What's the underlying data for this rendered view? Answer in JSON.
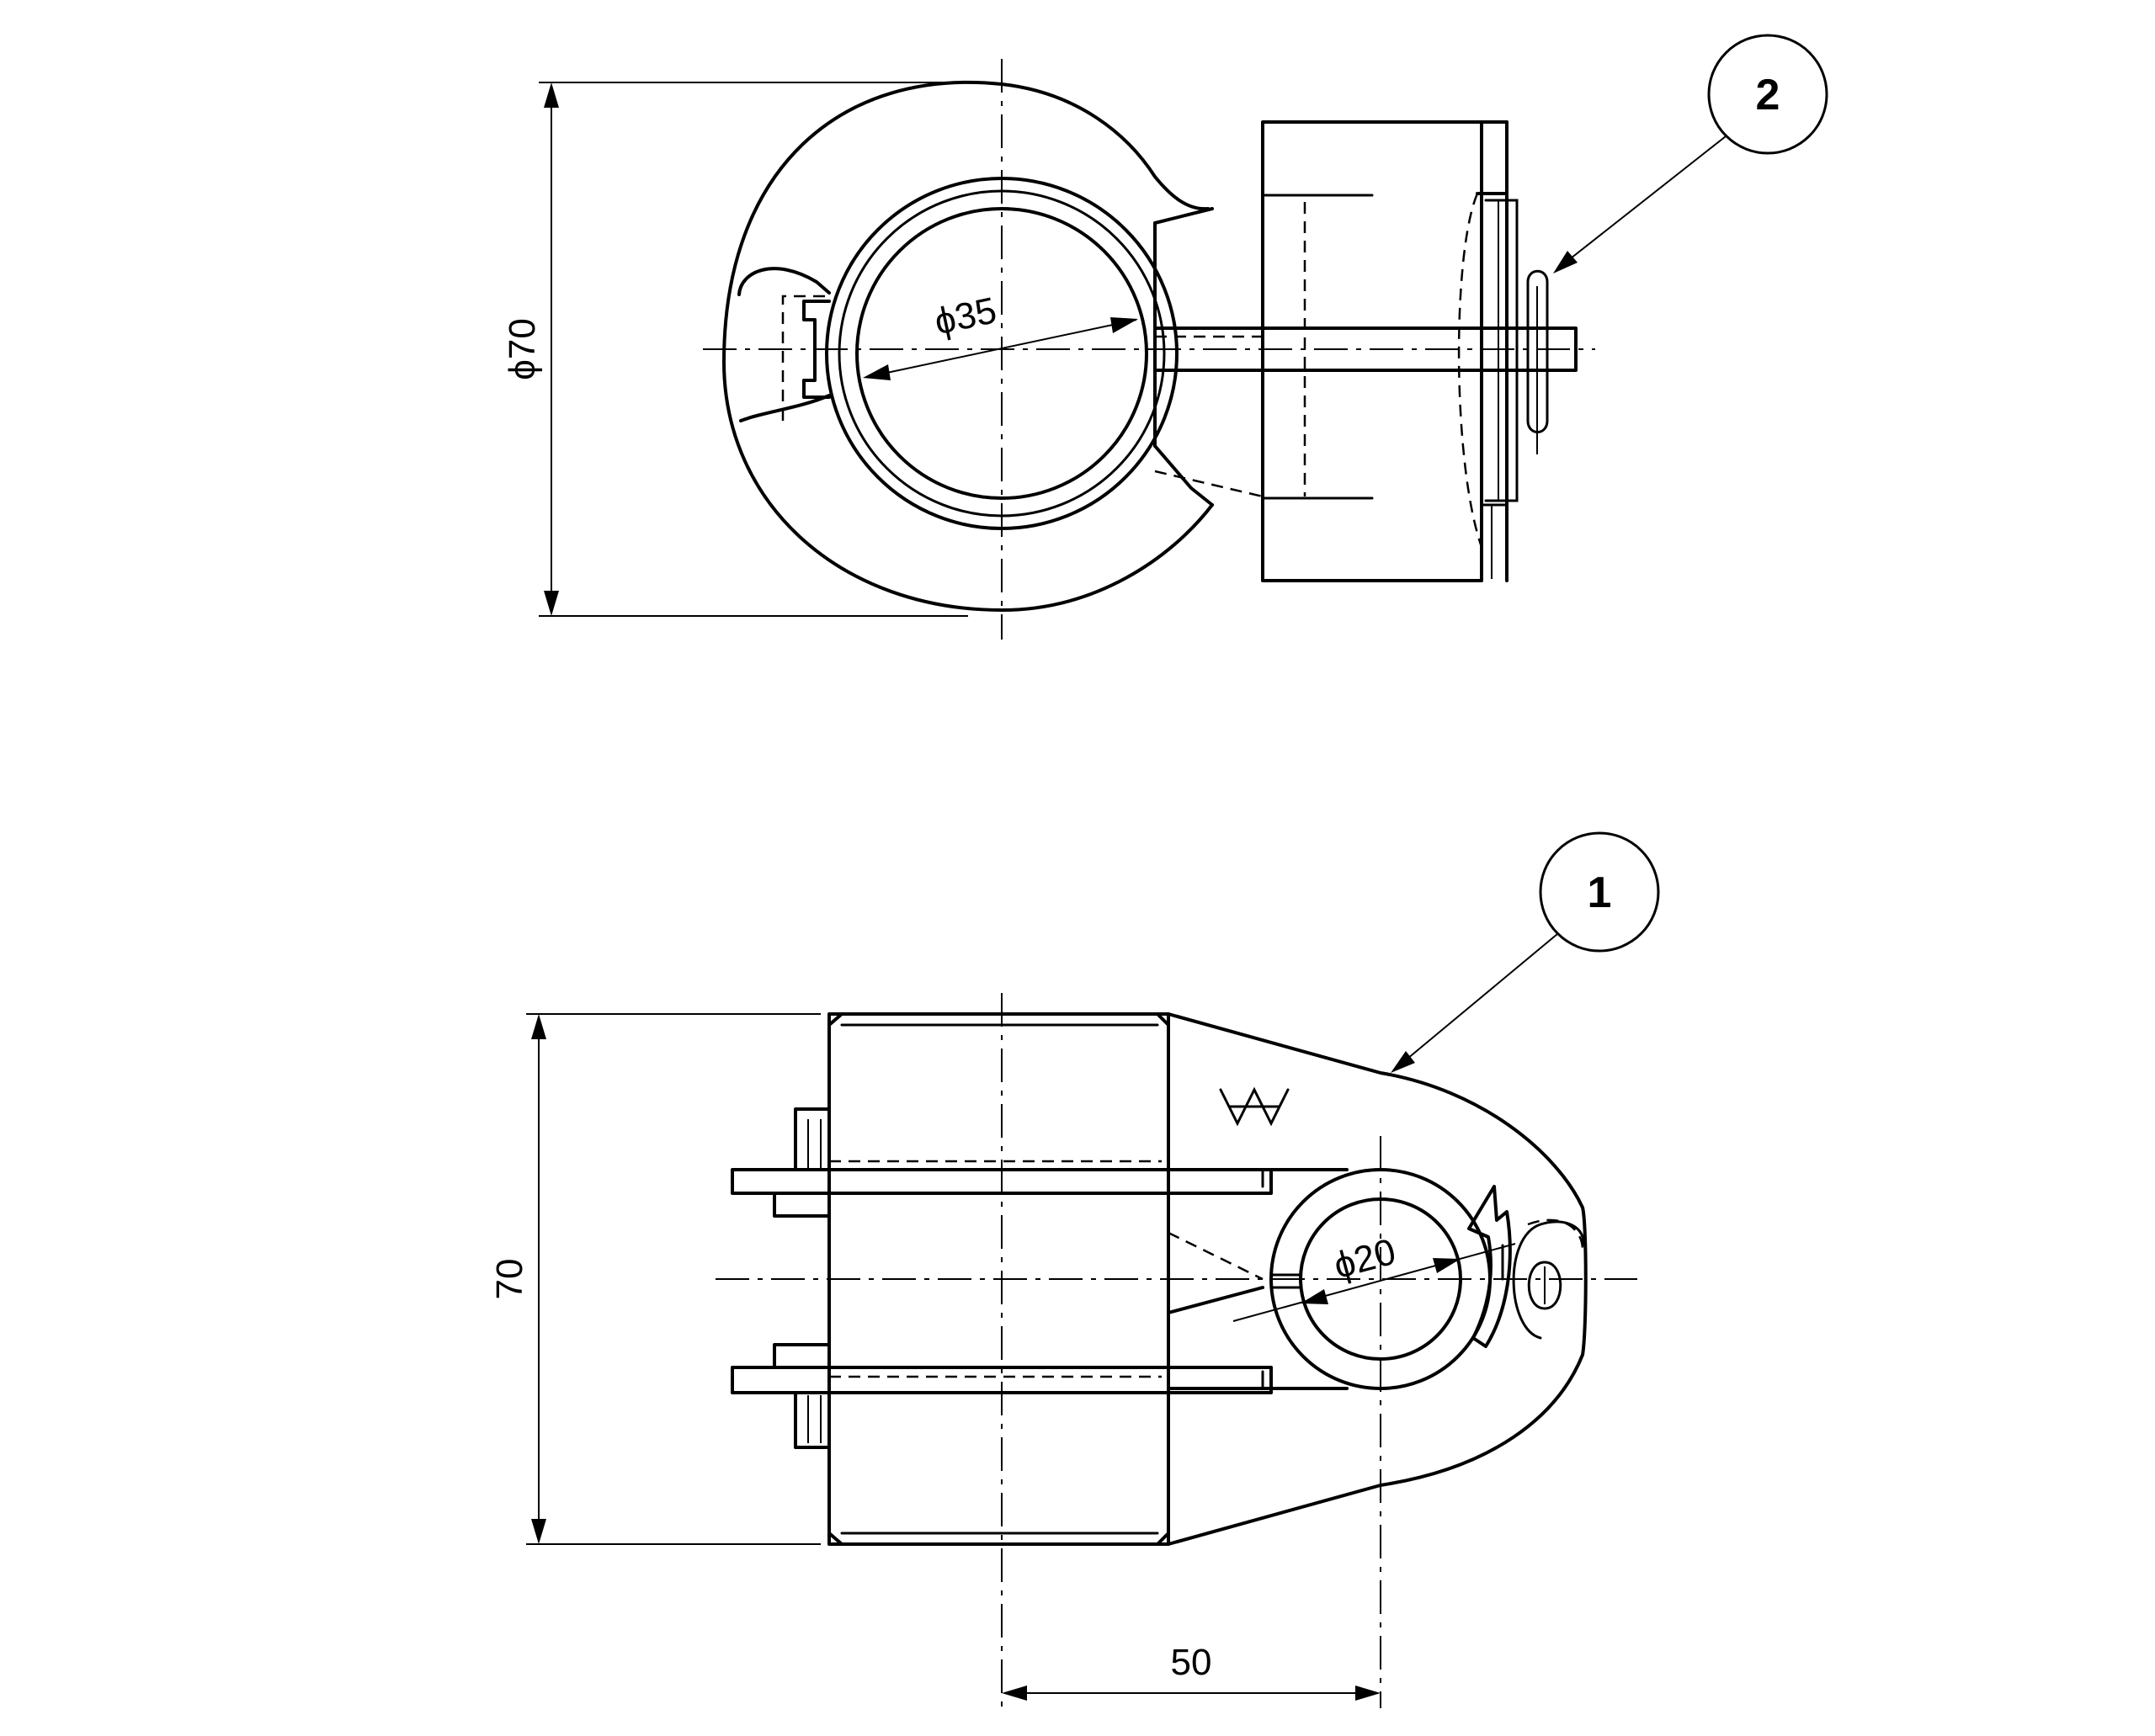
{
  "dimensions": {
    "top_outer_diameter": "ϕ70",
    "top_bore_diameter": "ϕ35",
    "bottom_height": "70",
    "bottom_bore_diameter": "ϕ20",
    "bottom_center_distance": "50"
  },
  "balloons": {
    "part_1": "1",
    "part_2": "2"
  },
  "logo_icon": "manufacturer-logo-icon",
  "colors": {
    "line": "#000000",
    "background": "#ffffff"
  }
}
